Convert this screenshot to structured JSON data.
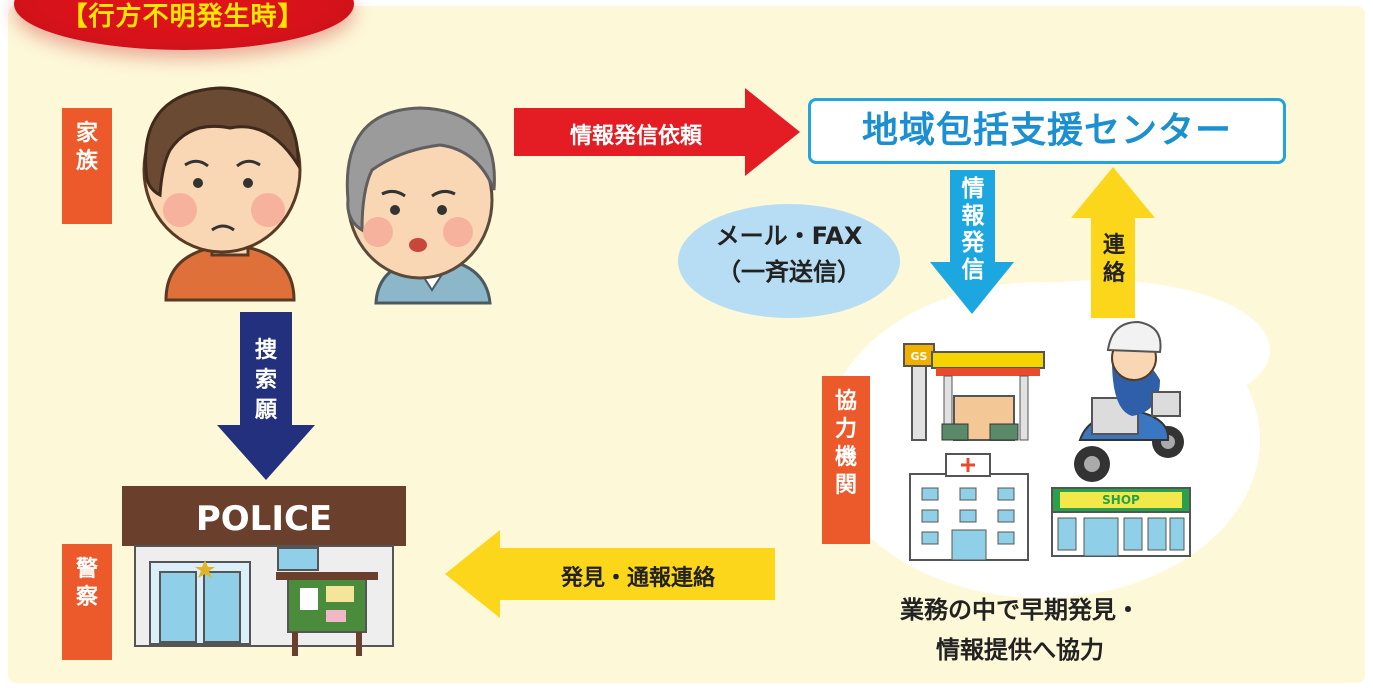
{
  "title": "【行方不明発生時】",
  "labels": {
    "family": "家族",
    "police_station": "警察",
    "cooperators": "協力機関"
  },
  "arrows": {
    "request": "情報発信依頼",
    "send_info": "情報発信",
    "contact": "連絡",
    "search_request": "捜索願",
    "found_report": "発見・通報連絡"
  },
  "center": "地域包括支援センター",
  "mail": {
    "line1": "メール・FAX",
    "line2": "（一斉送信）"
  },
  "police_sign": "POLICE",
  "gas_sign": "GS",
  "shop_sign": "SHOP",
  "caption": {
    "line1": "業務の中で早期発見・",
    "line2": "情報提供へ協力"
  },
  "colors": {
    "background": "#fdf8d8",
    "red_arrow": "#e31d23",
    "blue_arrow": "#1ca7e1",
    "navy_arrow": "#22307e",
    "yellow_arrow": "#fbd61b",
    "label_orange": "#ec5a2b",
    "center_border": "#21a5dc"
  }
}
